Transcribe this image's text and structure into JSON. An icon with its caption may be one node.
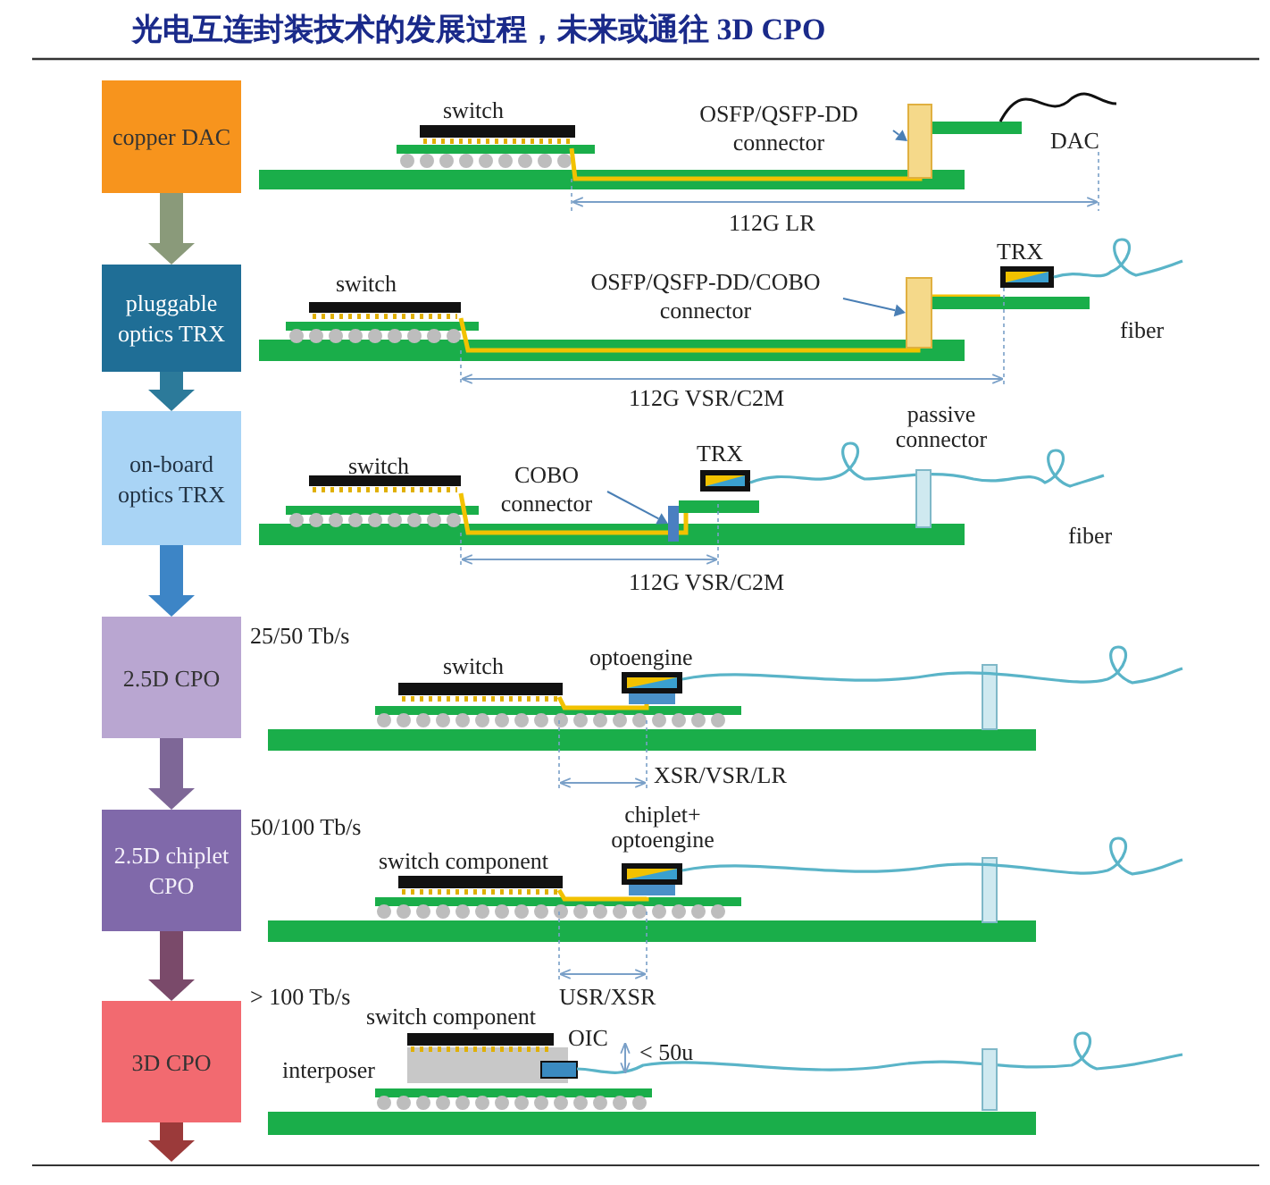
{
  "diagram": {
    "title": "光电互连封装技术的发展过程，未来或通往 3D CPO",
    "nodes": [
      {
        "text": [
          "copper DAC"
        ]
      },
      {
        "text": [
          "pluggable optics TRX"
        ]
      },
      {
        "text": [
          "on-board optics TRX"
        ]
      },
      {
        "text": [
          "2.5D CPO"
        ],
        "beside": [
          "25/50 Tb/s"
        ]
      },
      {
        "text": [
          "2.5D chiplet CPO"
        ],
        "beside": [
          "50/100 Tb/s"
        ]
      },
      {
        "text": [
          "3D CPO"
        ],
        "beside": [
          "> 100 Tb/s"
        ]
      },
      {
        "text": [
          "OSFP/QSFP-DD connector"
        ]
      },
      {
        "text": [],
        "shape": "box"
      },
      {
        "text": [
          "OSFP/QSFP-DD/COBO connector"
        ]
      },
      {
        "text": [],
        "shape": "box"
      },
      {
        "text": [
          "COBO connector"
        ]
      },
      {
        "text": [],
        "shape": "box"
      }
    ],
    "edges": [
      {
        "from": 0,
        "to": 1,
        "arrow": "to",
        "color": "#8a9a7a"
      },
      {
        "from": 1,
        "to": 2,
        "arrow": "to",
        "color": "#2c7a9a"
      },
      {
        "from": 2,
        "to": 3,
        "arrow": "to",
        "color": "#3d85c6"
      },
      {
        "from": 3,
        "to": 4,
        "arrow": "to",
        "color": "#7e6797"
      },
      {
        "from": 4,
        "to": 5,
        "arrow": "to",
        "color": "#7a4a6a"
      },
      {
        "from": 5,
        "to": null,
        "arrow": "to",
        "color": "#9b3a3a"
      },
      {
        "from": 6,
        "to": 7,
        "arrow": "to",
        "color": "#4a7fb5"
      },
      {
        "from": 8,
        "to": 9,
        "arrow": "to",
        "color": "#4a7fb5"
      },
      {
        "from": 10,
        "to": 11,
        "arrow": "to",
        "color": "#4a7fb5"
      }
    ],
    "labels": [
      "switch",
      "DAC",
      "112G LR",
      "TRX",
      "switch",
      "fiber",
      "112G VSR/C2M",
      "passive connector",
      "switch",
      "TRX",
      "fiber",
      "112G VSR/C2M",
      "switch",
      "optoengine",
      "XSR/VSR/LR",
      "switch component",
      "chiplet+ optoengine",
      "USR/XSR",
      "switch component",
      "OIC",
      "interposer",
      "< 50u"
    ]
  }
}
